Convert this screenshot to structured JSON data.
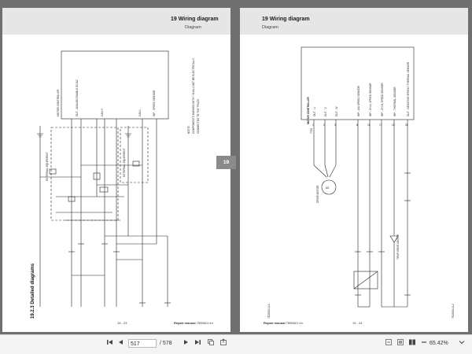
{
  "left_page": {
    "title": "19 Wiring diagram",
    "subtitle": "Diagram",
    "section_title": "19.2.3 Detailed diagrams",
    "page_number": "19 - 23",
    "manual_label": "Repair manual",
    "manual_code": "7595621 en",
    "labels": {
      "controller": "MOTOR CONTROLLER",
      "analog_enable": "OUT - ANALOG ENABLE DC/AC",
      "can_h": "CAN H",
      "can_l": "CAN L",
      "speed_sensor": "INP - SPEED SENSOR",
      "external_equipment_1": "EXTERNAL EQUIPMENT",
      "external_equipment_2": "EXTERNAL EQUIPMENT",
      "note_1": "NOTE!",
      "note_2": "COMPONENTS MARKED WITH * SHALL NOT BE ELECTRICALLY",
      "note_3": "CONNECTED TO THE TRUCK"
    }
  },
  "right_page": {
    "title": "19 Wiring diagram",
    "subtitle": "Diagram",
    "page_number": "19 - 24",
    "manual_label": "Repair manual",
    "manual_code": "7595621 en",
    "labels": {
      "controller": "MOTOR CONTROLLER",
      "controller_ref": "7755",
      "out_u": "OUT - U",
      "out_v": "OUT - V",
      "out_w": "OUT - W",
      "inp_speed": "INP - A/A SPEED SENSOR",
      "inp_ch_a": "INP - CH A, SPEED SENSOR",
      "inp_ch_b": "INP - CH B, SPEED SENSOR",
      "inp_thermal": "INP - THERMAL SENSOR",
      "out_neg": "OUT - NEGATIVE SPEED / THERMAL SENSOR",
      "motor": "M1",
      "drive_motor": "DRIVE MOTOR",
      "temp_drive_motor": "TEMP DRIVE MOTOR",
      "pin_1": "1",
      "pin_2": "2",
      "pin_3": "3",
      "pin_4": "8",
      "pin_5": "16",
      "pin_6": "17",
      "pin_7": "18",
      "pin_8": "28",
      "ref_a1": "7E22004-A-1",
      "ref_a2": "7E22004-A-2"
    }
  },
  "side_tab": "19",
  "toolbar": {
    "current_page": "517",
    "total_pages": "/ 578",
    "zoom": "65.42%"
  },
  "icons": {
    "first": "skip-to-start-icon",
    "prev": "previous-page-icon",
    "next": "next-page-icon",
    "last": "skip-to-end-icon",
    "copy": "copy-icon",
    "export": "export-icon",
    "fit_width": "fit-width-icon",
    "fit_page": "fit-page-icon",
    "view": "view-mode-icon",
    "zoom_out": "zoom-out-icon",
    "zoom_dropdown": "chevron-down-icon"
  }
}
